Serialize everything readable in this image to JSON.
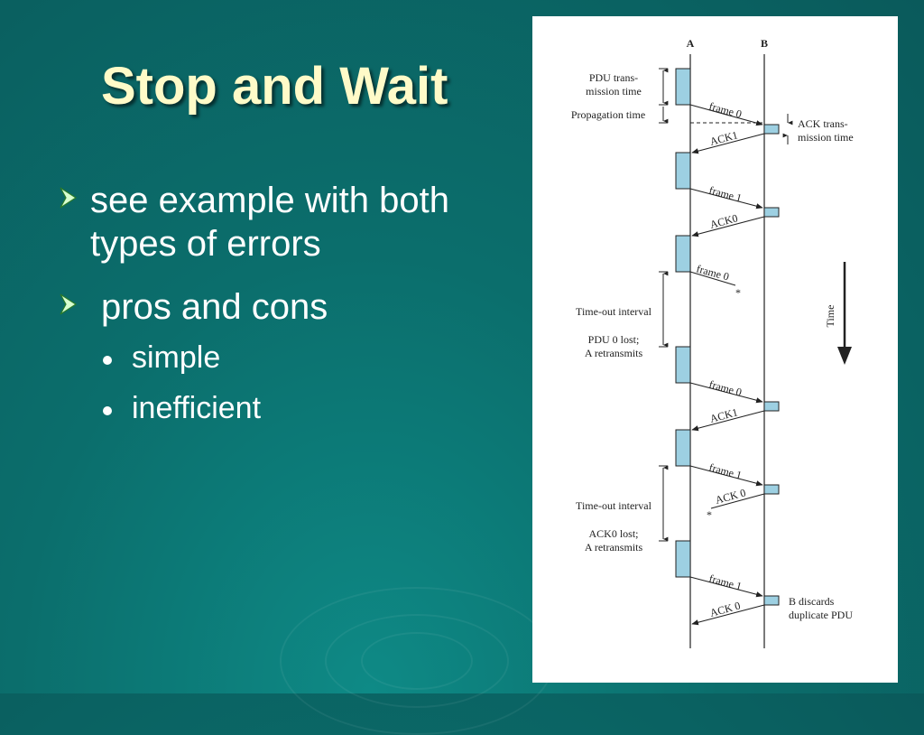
{
  "slide": {
    "title": "Stop and Wait",
    "bullets": [
      {
        "text": "see example with both types of errors",
        "line1": "see example with both",
        "line2": "types of errors"
      },
      {
        "text": "pros and cons"
      }
    ],
    "sub_bullets": [
      "simple",
      "inefficient"
    ]
  },
  "diagram": {
    "station_a": "A",
    "station_b": "B",
    "left_labels": {
      "pdu_transmission_time": [
        "PDU trans-",
        "mission time"
      ],
      "propagation_time": "Propagation time",
      "timeout_interval_1": "Time-out interval",
      "pdu0_lost": [
        "PDU 0 lost;",
        "A retransmits"
      ],
      "timeout_interval_2": "Time-out interval",
      "ack0_lost": [
        "ACK0 lost;",
        "A retransmits"
      ]
    },
    "right_labels": {
      "ack_transmission_time": [
        "ACK trans-",
        "mission time"
      ],
      "time_axis": "Time",
      "b_discards": [
        "B discards",
        "duplicate PDU"
      ]
    },
    "messages": [
      {
        "label": "frame 0"
      },
      {
        "label": "ACK1"
      },
      {
        "label": "frame 1"
      },
      {
        "label": "ACK0"
      },
      {
        "label": "frame 0"
      },
      {
        "label": "frame 0"
      },
      {
        "label": "ACK1"
      },
      {
        "label": "frame 1"
      },
      {
        "label": "ACK 0"
      },
      {
        "label": "frame 1"
      },
      {
        "label": "ACK 0"
      }
    ],
    "lost_marker": "*",
    "box_color": "#9dd0e2"
  }
}
